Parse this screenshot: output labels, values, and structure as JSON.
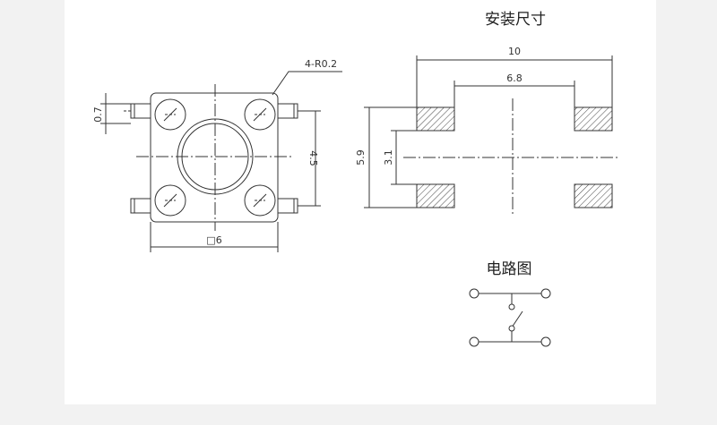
{
  "titles": {
    "install_size": "安装尺寸",
    "circuit": "电路图"
  },
  "labels": {
    "radius_note": "4-R0.2",
    "pin_offset": "0.7",
    "pitch_vertical": "4.5",
    "body_size": "□6",
    "footprint_width": "10",
    "footprint_inner": "6.8",
    "footprint_height": "5.9",
    "footprint_gap": "3.1"
  },
  "colors": {
    "line": "#333333",
    "hatch": "#444444",
    "background": "#f2f2f2",
    "sheet": "#ffffff"
  }
}
